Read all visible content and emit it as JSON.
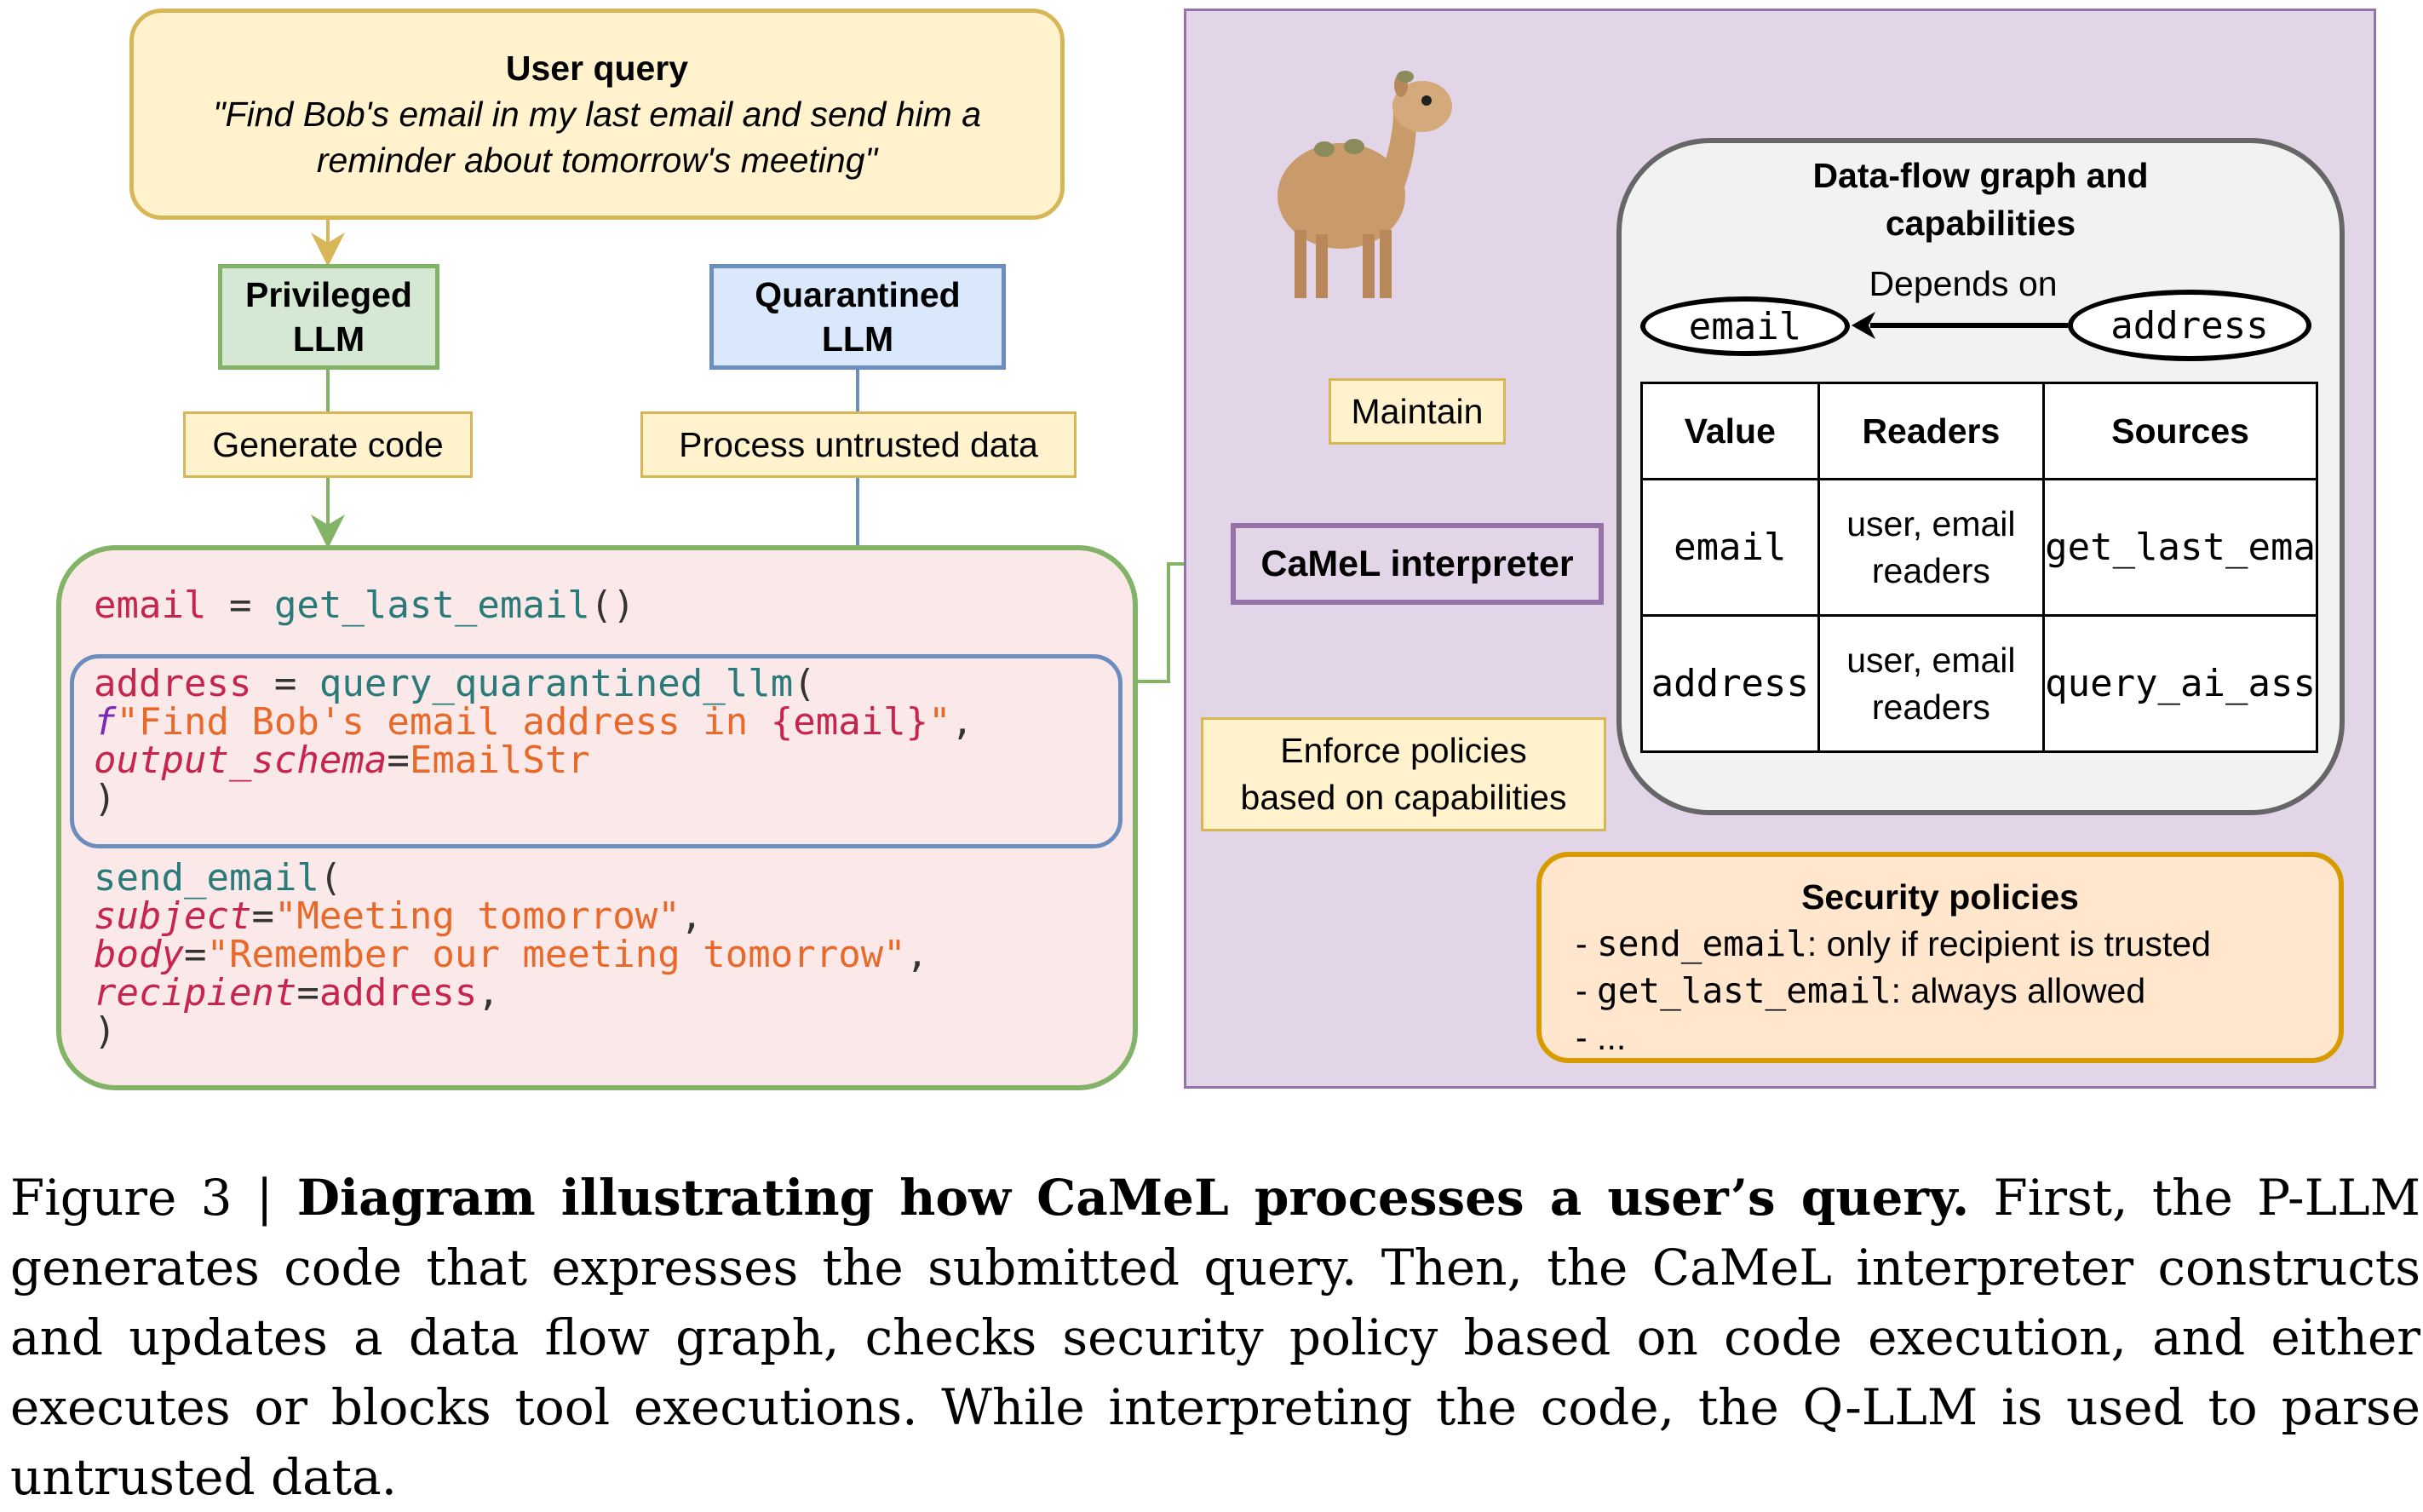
{
  "user_query": {
    "title": "User query",
    "text_line1": "\"Find Bob's email in my last email and send him a",
    "text_line2": "reminder about tomorrow's meeting\""
  },
  "privileged_llm": {
    "line1": "Privileged",
    "line2": "LLM"
  },
  "quarantined_llm": {
    "line1": "Quarantined",
    "line2": "LLM"
  },
  "labels": {
    "generate_code": "Generate code",
    "process_untrusted": "Process untrusted data",
    "maintain": "Maintain",
    "interpreter": "CaMeL interpreter",
    "enforce_line1": "Enforce policies",
    "enforce_line2": "based on capabilities"
  },
  "code": {
    "l1": {
      "var": "email",
      "op": " = ",
      "fn": "get_last_email",
      "rest": "()"
    },
    "l2": {
      "var": "address",
      "op": " = ",
      "fn": "query_quarantined_llm",
      "rest": "("
    },
    "l3": {
      "prefix": "f",
      "str1": "\"Find Bob's email address in ",
      "interp": "{email}",
      "str2": "\"",
      "rest": ","
    },
    "l4": {
      "arg": "output_schema",
      "eq": "=",
      "val": "EmailStr"
    },
    "l5": ")",
    "l6": {
      "fn": "send_email",
      "rest": "("
    },
    "l7": {
      "arg": "subject",
      "eq": "=",
      "val": "\"Meeting tomorrow\"",
      "rest": ","
    },
    "l8": {
      "arg": "body",
      "eq": "=",
      "val": "\"Remember our meeting tomorrow\"",
      "rest": ","
    },
    "l9": {
      "arg": "recipient",
      "eq": "=",
      "val": "address",
      "rest": ","
    },
    "l10": ")"
  },
  "dataflow": {
    "title_line1": "Data-flow graph and",
    "title_line2": "capabilities",
    "depends_on": "Depends on",
    "node_from": "address",
    "node_to": "email",
    "table": {
      "headers": [
        "Value",
        "Readers",
        "Sources"
      ],
      "rows": [
        {
          "value": "email",
          "readers_l1": "user, email",
          "readers_l2": "readers",
          "sources": "get_last_ema"
        },
        {
          "value": "address",
          "readers_l1": "user, email",
          "readers_l2": "readers",
          "sources": "query_ai_ass"
        }
      ]
    }
  },
  "policies": {
    "title": "Security policies",
    "items": [
      {
        "code": "send_email",
        "text": ": only if recipient is trusted"
      },
      {
        "code": "get_last_email",
        "text": ": always allowed"
      },
      {
        "code": "",
        "text": "..."
      }
    ]
  },
  "caption": {
    "label": "Figure 3 | ",
    "bold": "Diagram illustrating how CaMeL processes a user’s query.",
    "body": " First, the P-LLM generates code that expresses the submitted query.  Then, the CaMeL interpreter constructs and updates a data flow graph, checks security policy based on code execution, and either executes or blocks tool executions. While interpreting the code, the Q-LLM is used to parse untrusted data."
  },
  "colors": {
    "yellow_fill": "#fff2cc",
    "yellow_stroke": "#d6b656",
    "green_fill": "#d5e8d4",
    "green_stroke": "#82b366",
    "blue_fill": "#dae8fc",
    "blue_stroke": "#6c8ebf",
    "purple_fill": "#e1d5e7",
    "purple_stroke": "#9673a6",
    "orange_fill": "#ffe6cc",
    "orange_stroke": "#d79b00",
    "code_bg": "#fae9e8"
  }
}
